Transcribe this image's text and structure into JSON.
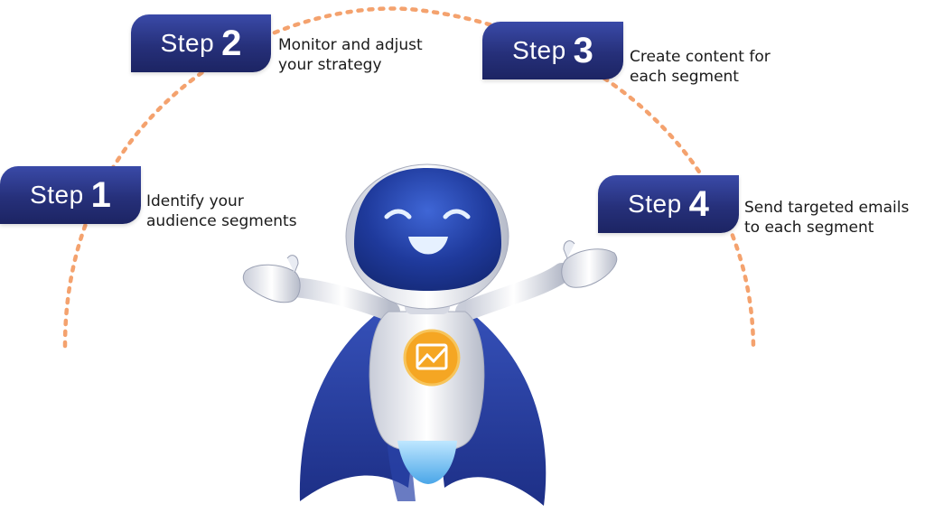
{
  "steps": [
    {
      "word": "Step",
      "num": "1",
      "line1": "Identify your",
      "line2": "audience segments"
    },
    {
      "word": "Step",
      "num": "2",
      "line1": "Monitor and adjust",
      "line2": "your strategy"
    },
    {
      "word": "Step",
      "num": "3",
      "line1": "Create content for",
      "line2": "each segment"
    },
    {
      "word": "Step",
      "num": "4",
      "line1": "Send targeted emails",
      "line2": "to each segment"
    }
  ],
  "colors": {
    "tab_navy": "#26307a",
    "arc_orange": "#f4a26e",
    "badge_orange": "#f5a623"
  },
  "icons": {
    "mascot": "robot-mascot",
    "badge": "line-chart-icon"
  }
}
